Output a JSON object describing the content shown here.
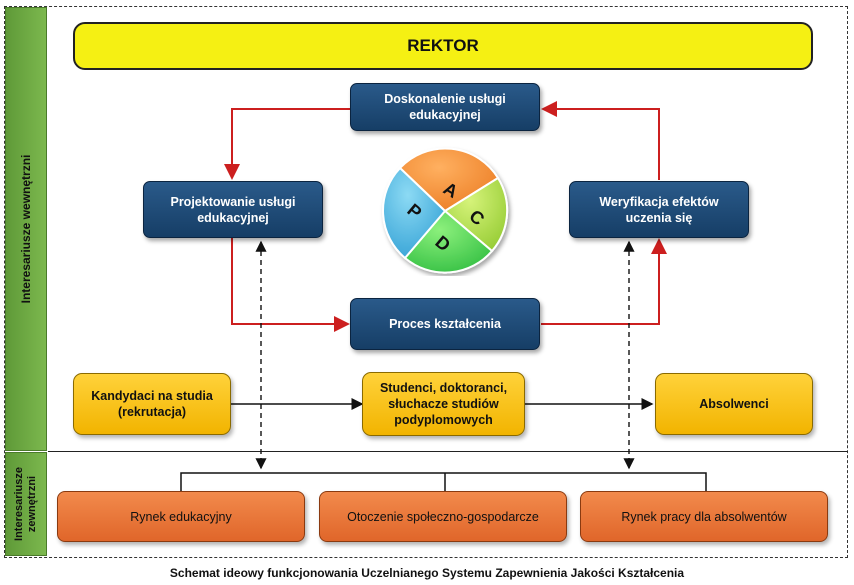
{
  "sidebar": {
    "internal_label": "Interesariusze  wewnętrzni",
    "external_label_1": "Interesariusze",
    "external_label_2": "zewnętrzni"
  },
  "top": {
    "rektor": "REKTOR"
  },
  "cycle": {
    "improve": "Doskonalenie usługi edukacyjnej",
    "design": "Projektowanie usługi edukacyjnej",
    "verify": "Weryfikacja efektów uczenia się",
    "process": "Proces kształcenia"
  },
  "pdca": {
    "letters": [
      "A",
      "C",
      "D",
      "P"
    ],
    "colors": {
      "A": "#f08a2c",
      "C": "#a3d93c",
      "D": "#3ccf4a",
      "P": "#3aa9dc"
    }
  },
  "students": {
    "candidates": "Kandydaci na studia (rekrutacja)",
    "current": "Studenci, doktoranci, słuchacze studiów podyplomowych",
    "graduates": "Absolwenci"
  },
  "external": {
    "edu_market": "Rynek edukacyjny",
    "environment": "Otoczenie społeczno-gospodarcze",
    "job_market": "Rynek pracy dla absolwentów"
  },
  "caption": "Schemat ideowy funkcjonowania Uczelnianego Systemu Zapewnienia Jakości Kształcenia"
}
